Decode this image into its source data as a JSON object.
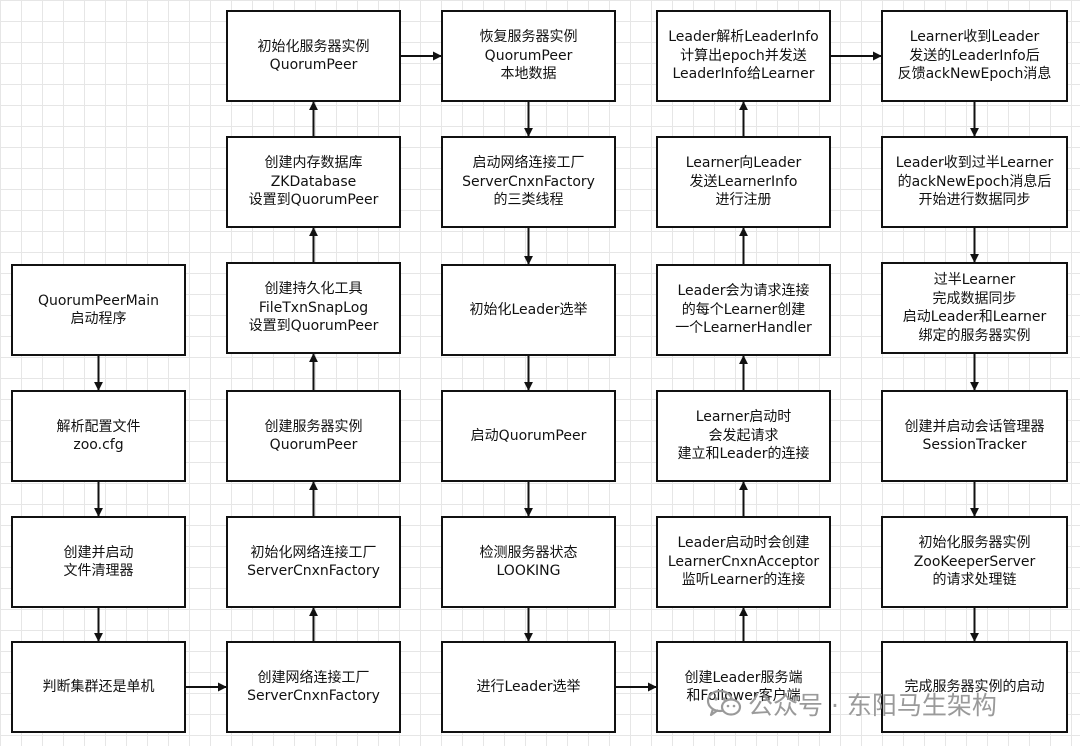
{
  "nodes": {
    "c1r1": [
      "QuorumPeerMain",
      "启动程序"
    ],
    "c1r2": [
      "解析配置文件",
      "zoo.cfg"
    ],
    "c1r3": [
      "创建并启动",
      "文件清理器"
    ],
    "c1r4": [
      "判断集群还是单机"
    ],
    "c2r1": [
      "初始化服务器实例",
      "QuorumPeer"
    ],
    "c2r2": [
      "创建内存数据库",
      "ZKDatabase",
      "设置到QuorumPeer"
    ],
    "c2r3": [
      "创建持久化工具",
      "FileTxnSnapLog",
      "设置到QuorumPeer"
    ],
    "c2r4": [
      "创建服务器实例",
      "QuorumPeer"
    ],
    "c2r5": [
      "初始化网络连接工厂",
      "ServerCnxnFactory"
    ],
    "c2r6": [
      "创建网络连接工厂",
      "ServerCnxnFactory"
    ],
    "c3r1": [
      "恢复服务器实例",
      "QuorumPeer",
      "本地数据"
    ],
    "c3r2": [
      "启动网络连接工厂",
      "ServerCnxnFactory",
      "的三类线程"
    ],
    "c3r3": [
      "初始化Leader选举"
    ],
    "c3r4": [
      "启动QuorumPeer"
    ],
    "c3r5": [
      "检测服务器状态",
      "LOOKING"
    ],
    "c3r6": [
      "进行Leader选举"
    ],
    "c4r1": [
      "Leader解析LeaderInfo",
      "计算出epoch并发送",
      "LeaderInfo给Learner"
    ],
    "c4r2": [
      "Learner向Leader",
      "发送LearnerInfo",
      "进行注册"
    ],
    "c4r3": [
      "Leader会为请求连接",
      "的每个Learner创建",
      "一个LearnerHandler"
    ],
    "c4r4": [
      "Learner启动时",
      "会发起请求",
      "建立和Leader的连接"
    ],
    "c4r5": [
      "Leader启动时会创建",
      "LearnerCnxnAcceptor",
      "监听Learner的连接"
    ],
    "c4r6": [
      "创建Leader服务端",
      "和Follower客户端"
    ],
    "c5r1": [
      "Learner收到Leader",
      "发送的LeaderInfo后",
      "反馈ackNewEpoch消息"
    ],
    "c5r2": [
      "Leader收到过半Learner",
      "的ackNewEpoch消息后",
      "开始进行数据同步"
    ],
    "c5r3": [
      "过半Learner",
      "完成数据同步",
      "启动Leader和Learner",
      "绑定的服务器实例"
    ],
    "c5r4": [
      "创建并启动会话管理器",
      "SessionTracker"
    ],
    "c5r5": [
      "初始化服务器实例",
      "ZooKeeperServer",
      "的请求处理链"
    ],
    "c5r6": [
      "完成服务器实例的启动"
    ]
  },
  "edges": [
    [
      "c1r1",
      "c1r2"
    ],
    [
      "c1r2",
      "c1r3"
    ],
    [
      "c1r3",
      "c1r4"
    ],
    [
      "c1r4",
      "c2r6"
    ],
    [
      "c2r6",
      "c2r5"
    ],
    [
      "c2r5",
      "c2r4"
    ],
    [
      "c2r4",
      "c2r3"
    ],
    [
      "c2r3",
      "c2r2"
    ],
    [
      "c2r2",
      "c2r1"
    ],
    [
      "c2r1",
      "c3r1"
    ],
    [
      "c3r1",
      "c3r2"
    ],
    [
      "c3r2",
      "c3r3"
    ],
    [
      "c3r3",
      "c3r4"
    ],
    [
      "c3r4",
      "c3r5"
    ],
    [
      "c3r5",
      "c3r6"
    ],
    [
      "c3r6",
      "c4r6"
    ],
    [
      "c4r6",
      "c4r5"
    ],
    [
      "c4r5",
      "c4r4"
    ],
    [
      "c4r4",
      "c4r3"
    ],
    [
      "c4r3",
      "c4r2"
    ],
    [
      "c4r2",
      "c4r1"
    ],
    [
      "c4r1",
      "c5r1"
    ],
    [
      "c5r1",
      "c5r2"
    ],
    [
      "c5r2",
      "c5r3"
    ],
    [
      "c5r3",
      "c5r4"
    ],
    [
      "c5r4",
      "c5r5"
    ],
    [
      "c5r5",
      "c5r6"
    ]
  ],
  "watermark": {
    "text": "公众号 · 东阳马生架构",
    "icon": "wechat-icon"
  }
}
